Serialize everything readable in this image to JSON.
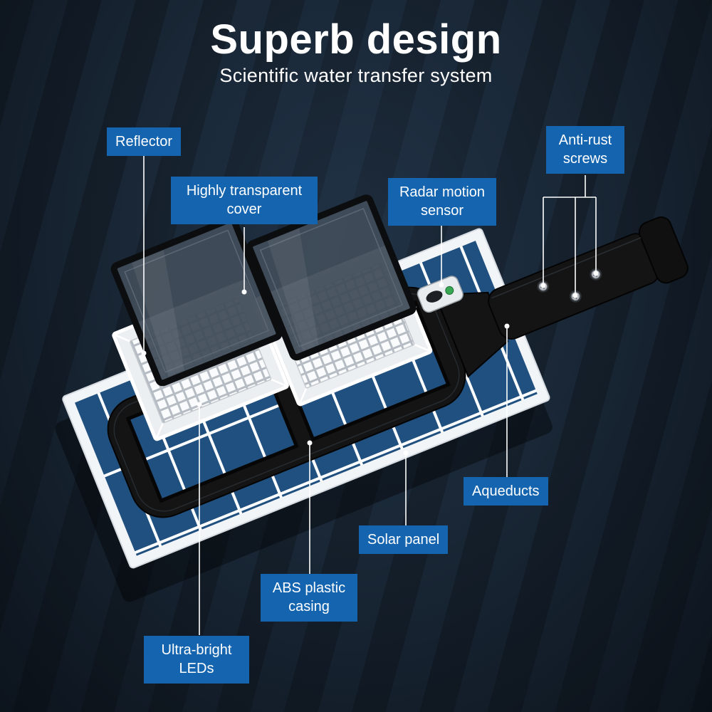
{
  "header": {
    "title": "Superb design",
    "subtitle": "Scientific water transfer system"
  },
  "callouts": {
    "reflector": "Reflector",
    "transparent_cover": "Highly transparent cover",
    "radar_sensor": "Radar motion sensor",
    "anti_rust_screws": "Anti-rust screws",
    "aqueducts": "Aqueducts",
    "solar_panel": "Solar panel",
    "abs_casing": "ABS plastic casing",
    "ultra_bright_leds": "Ultra-bright LEDs"
  },
  "colors": {
    "callout_background": "#1464b0",
    "text": "#ffffff",
    "background_navy": "#16212d",
    "solar_cell_blue": "#20507f",
    "casing_black": "#141414",
    "glass_cover_slate": "#414c59",
    "sensor_green": "#39a854"
  }
}
